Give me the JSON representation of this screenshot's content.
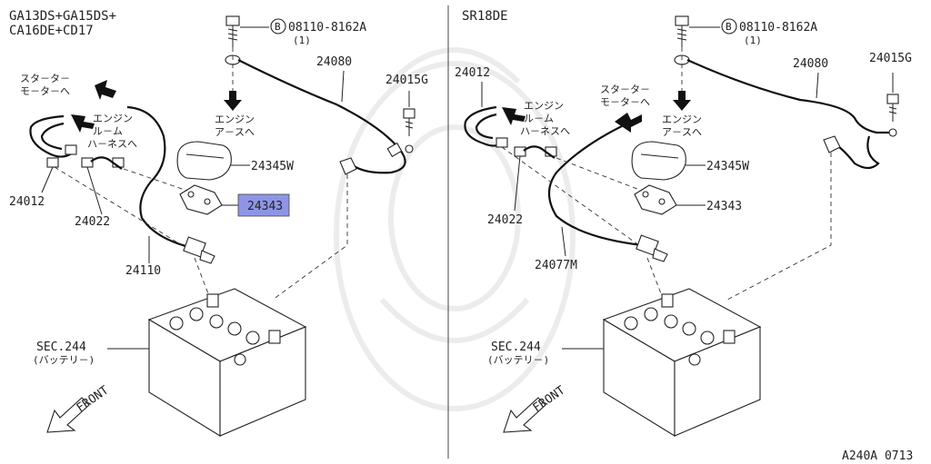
{
  "left": {
    "header_line1": "GA13DS+GA15DS+",
    "header_line2": "CA16DE+CD17",
    "bolt_ref": "08110-8162A",
    "bolt_qty": "(1)",
    "bolt_badge": "B",
    "part_24080": "24080",
    "part_24015G": "24015G",
    "part_24012": "24012",
    "part_24022": "24022",
    "part_24110": "24110",
    "part_24345W": "24345W",
    "part_24343": "24343",
    "starter_line1": "スタ－タ－",
    "starter_line2": "モ－タ－へ",
    "engine_room_line1": "エンジン",
    "engine_room_line2": "ル－ム",
    "engine_room_line3": "ハ－ネスへ",
    "engine_earth_line1": "エンジン",
    "engine_earth_line2": "ア－スへ",
    "battery_sec": "SEC.244",
    "battery_name": "(バッテリ－)",
    "front": "FRONT"
  },
  "right": {
    "header": "SR18DE",
    "bolt_ref": "08110-8162A",
    "bolt_qty": "(1)",
    "bolt_badge": "B",
    "part_24080": "24080",
    "part_24015G": "24015G",
    "part_24012": "24012",
    "part_24022": "24022",
    "part_24077M": "24077M",
    "part_24345W": "24345W",
    "part_24343": "24343",
    "starter_line1": "スタ－タ－",
    "starter_line2": "モ－タ－へ",
    "engine_room_line1": "エンジン",
    "engine_room_line2": "ル－ム",
    "engine_room_line3": "ハ－ネスへ",
    "engine_earth_line1": "エンジン",
    "engine_earth_line2": "ア－スへ",
    "battery_sec": "SEC.244",
    "battery_name": "(バッテリ－)",
    "front": "FRONT"
  },
  "footer_code": "A240A 0713",
  "colors": {
    "highlight": "#8f95e6",
    "ink": "#222222"
  }
}
